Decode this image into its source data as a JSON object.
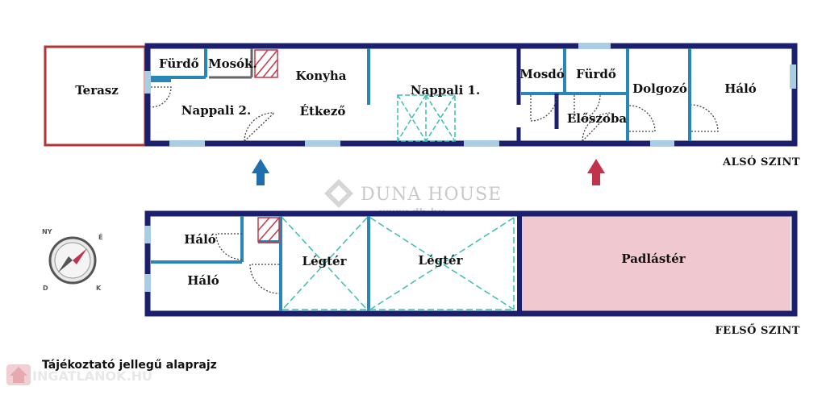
{
  "lower_level": {
    "label": "ALSÓ SZINT",
    "rooms": {
      "terrace": "Terasz",
      "bathroom_left": "Fürdő",
      "laundry": "Mosók.",
      "kitchen": "Konyha",
      "living2": "Nappali 2.",
      "dining": "Étkező",
      "living1": "Nappali 1.",
      "washroom": "Mosdó",
      "bathroom_right": "Fürdő",
      "hall": "Előszoba",
      "study": "Dolgozó",
      "bedroom": "Háló"
    }
  },
  "upper_level": {
    "label": "FELSŐ SZINT",
    "rooms": {
      "bedroom1": "Háló",
      "bedroom2": "Háló",
      "void1": "Légtér",
      "void2": "Légtér",
      "attic": "Padlástér"
    }
  },
  "note": "Tájékoztató jellegű alaprajz",
  "watermark": {
    "brand": "DUNA HOUSE",
    "url": "www.dh.hu"
  },
  "logo_text": "INGATLANOK.HU",
  "compass_letters": [
    "NY",
    "É",
    "D",
    "K"
  ],
  "colors": {
    "wall": "#1c1f6e",
    "partition": "#2a86b8",
    "window": "#a9cde2",
    "terrace_outline": "#b33434",
    "attic_fill": "#efc9cf",
    "stair": "#c43a4a",
    "void_line": "#3bbfb0",
    "arrow_blue": "#1f6fb0",
    "arrow_red": "#c0334a"
  }
}
